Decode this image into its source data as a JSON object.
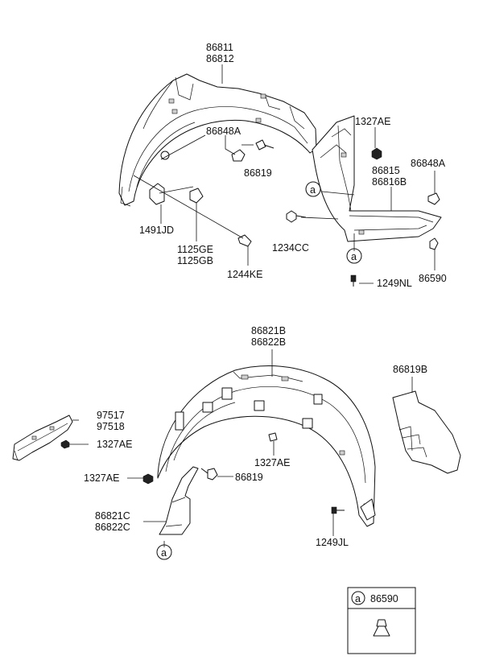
{
  "labels": {
    "l86811": "86811",
    "l86812": "86812",
    "l86848a_top": "86848A",
    "l86819_top": "86819",
    "l1327ae_top": "1327AE",
    "l86848a_right": "86848A",
    "l86815": "86815",
    "l86816b": "86816B",
    "l1491jd": "1491JD",
    "l1125ge": "1125GE",
    "l1125gb": "1125GB",
    "l1244ke": "1244KE",
    "l1234cc": "1234CC",
    "l86590": "86590",
    "l1249nl": "1249NL",
    "l86821b": "86821B",
    "l86822b": "86822B",
    "l86819b": "86819B",
    "l97517": "97517",
    "l97518": "97518",
    "l1327ae_mid": "1327AE",
    "l1327ae_left": "1327AE",
    "l1327ae_center": "1327AE",
    "l86819_bottom": "86819",
    "l86821c": "86821C",
    "l86822c": "86822C",
    "l1249jl": "1249JL"
  },
  "callouts": {
    "a1": "a",
    "a2": "a",
    "a3": "a",
    "legend_letter": "a"
  },
  "legend": {
    "part": "86590"
  }
}
